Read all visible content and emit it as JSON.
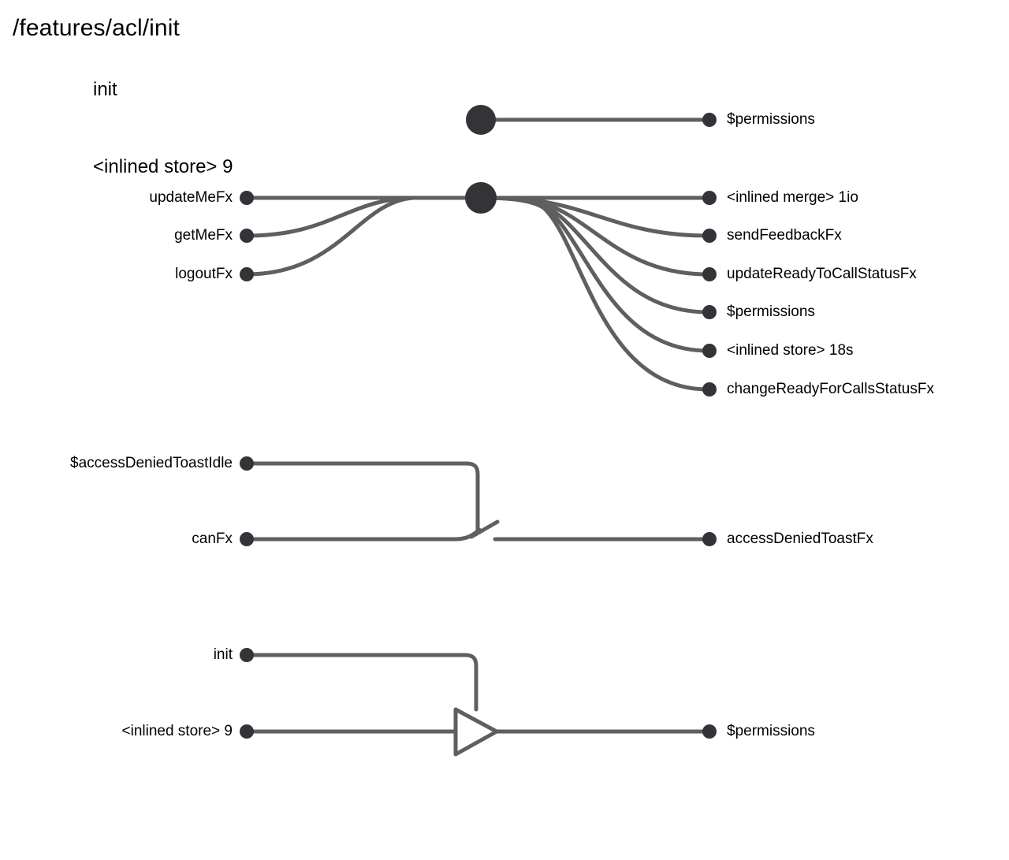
{
  "page": {
    "title": "/features/acl/init",
    "background_color": "#ffffff",
    "node_color": "#333338",
    "link_color": "#5f5f5f",
    "text_color": "#000000"
  },
  "sections": [
    {
      "id": "init",
      "label": "init"
    },
    {
      "id": "inlined-store-9",
      "label": "<inlined store> 9"
    }
  ],
  "groups": [
    {
      "id": "init-group",
      "hub": {
        "name": "init-hub",
        "shape": "circle-large"
      },
      "inputs": [],
      "outputs": [
        {
          "label": "$permissions"
        }
      ]
    },
    {
      "id": "inlined-store-9-group",
      "hub": {
        "name": "inlined-store-hub",
        "shape": "circle-large"
      },
      "inputs": [
        {
          "label": "updateMeFx"
        },
        {
          "label": "getMeFx"
        },
        {
          "label": "logoutFx"
        }
      ],
      "outputs": [
        {
          "label": "<inlined merge> 1io"
        },
        {
          "label": "sendFeedbackFx"
        },
        {
          "label": "updateReadyToCallStatusFx"
        },
        {
          "label": "$permissions"
        },
        {
          "label": "<inlined store> 18s"
        },
        {
          "label": "changeReadyForCallsStatusFx"
        }
      ]
    },
    {
      "id": "access-denied-group",
      "operator": {
        "name": "guard-filter-marker",
        "shape": "slash"
      },
      "inputs": [
        {
          "label": "$accessDeniedToastIdle"
        },
        {
          "label": "canFx"
        }
      ],
      "outputs": [
        {
          "label": "accessDeniedToastFx"
        }
      ]
    },
    {
      "id": "sample-group",
      "operator": {
        "name": "sample-triangle",
        "shape": "triangle-right"
      },
      "inputs": [
        {
          "label": "init"
        },
        {
          "label": "<inlined store> 9"
        }
      ],
      "outputs": [
        {
          "label": "$permissions"
        }
      ]
    }
  ]
}
